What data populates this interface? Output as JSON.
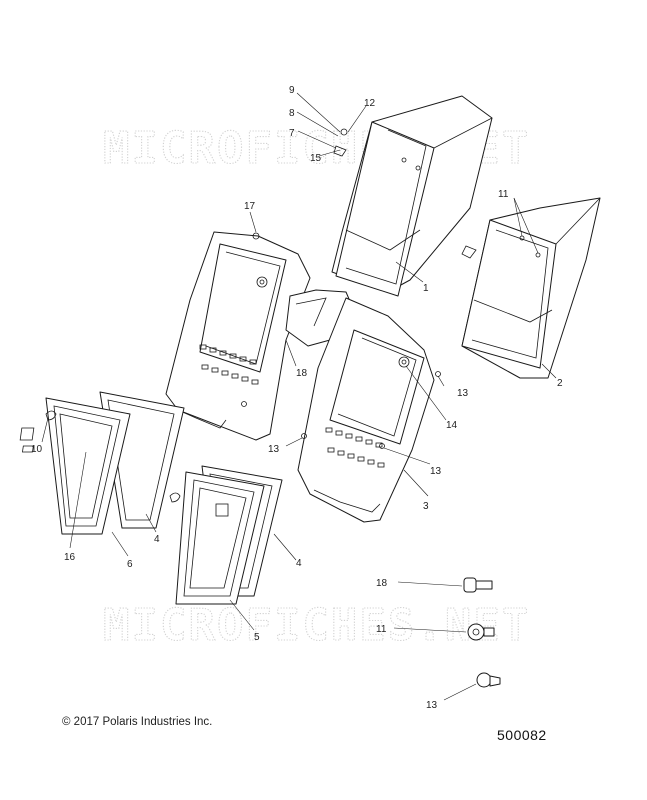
{
  "watermark": "MICROFICHES.NET",
  "copyright": "© 2017 Polaris Industries Inc.",
  "diagram_number": "500082",
  "callouts": {
    "c1": "1",
    "c2": "2",
    "c3": "3",
    "c4a": "4",
    "c4b": "4",
    "c5": "5",
    "c6": "6",
    "c7": "7",
    "c8": "8",
    "c9": "9",
    "c10": "10",
    "c11a": "11",
    "c11b": "11",
    "c12": "12",
    "c13a": "13",
    "c13b": "13",
    "c13c": "13",
    "c13d": "13",
    "c14": "14",
    "c15": "15",
    "c16": "16",
    "c17": "17",
    "c18a": "18",
    "c18b": "18"
  }
}
